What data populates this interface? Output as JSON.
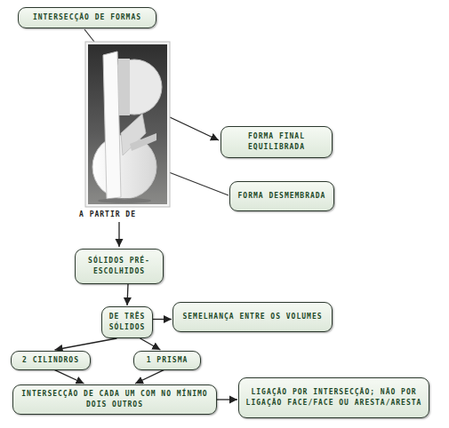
{
  "diagram": {
    "nodes": [
      {
        "text": [
          "INTERSECÇÃO DE FORMAS"
        ]
      },
      {
        "text": [
          "FORMA FINAL EQUILIBRADA"
        ]
      },
      {
        "text": [
          "FORMA DESMEMBRADA"
        ]
      },
      {
        "text": [
          "SÓLIDOS PRÉ-ESCOLHIDOS"
        ]
      },
      {
        "text": [
          "DE TRÊS SÓLIDOS"
        ]
      },
      {
        "text": [
          "SEMELHANÇA ENTRE OS VOLUMES"
        ]
      },
      {
        "text": [
          "2 CILINDROS"
        ]
      },
      {
        "text": [
          "1 PRISMA"
        ]
      },
      {
        "text": [
          "INTERSECÇÃO DE CADA UM COM NO MÍNIMO DOIS OUTROS"
        ]
      },
      {
        "text": [
          "LIGAÇÃO POR INTERSECÇÃO; NÃO POR LIGAÇÃO FACE/FACE OU ARESTA/ARESTA"
        ]
      }
    ],
    "edges": [
      {
        "from": 3,
        "to": 4,
        "arrow": "to"
      },
      {
        "from": 4,
        "to": 5,
        "arrow": "to"
      },
      {
        "from": 4,
        "to": 6,
        "arrow": "to"
      },
      {
        "from": 4,
        "to": 7,
        "arrow": "to"
      },
      {
        "from": 6,
        "to": 8,
        "arrow": "to"
      },
      {
        "from": 7,
        "to": 8,
        "arrow": "to"
      },
      {
        "from": 8,
        "to": 9,
        "arrow": "to"
      }
    ],
    "labels": [
      "A PARTIR DE"
    ]
  }
}
